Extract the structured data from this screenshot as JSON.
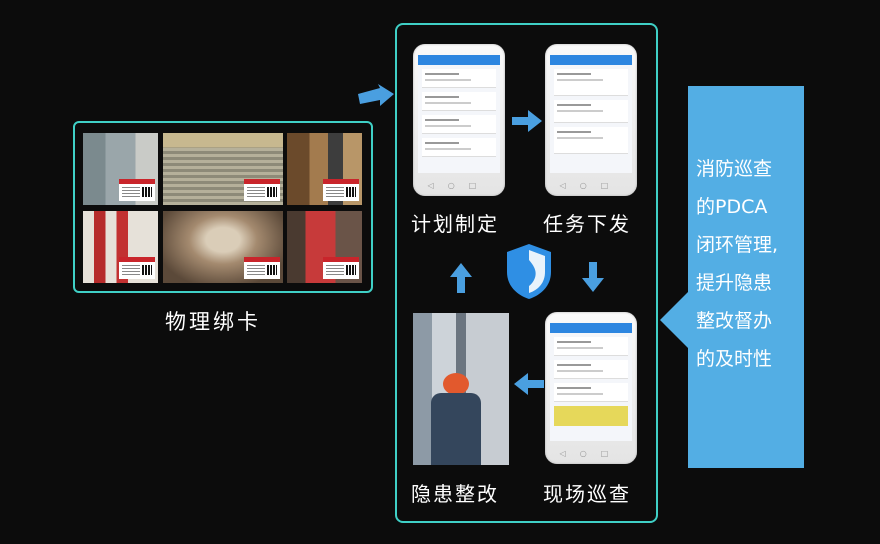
{
  "left_group": {
    "label": "物理绑卡"
  },
  "cycle": {
    "steps": [
      {
        "id": "plan",
        "label": "计划制定"
      },
      {
        "id": "dispatch",
        "label": "任务下发"
      },
      {
        "id": "inspect",
        "label": "现场巡查"
      },
      {
        "id": "rectify",
        "label": "隐患整改"
      }
    ]
  },
  "callout": {
    "lines": [
      "消防巡查",
      "的PDCA",
      "闭环管理,",
      "提升隐患",
      "整改督办",
      "的及时性"
    ]
  },
  "colors": {
    "frame_accent": "#3fd0c6",
    "arrow_blue": "#4a9fe0",
    "callout_bg": "#53aee4",
    "background": "#0c0c0c"
  }
}
